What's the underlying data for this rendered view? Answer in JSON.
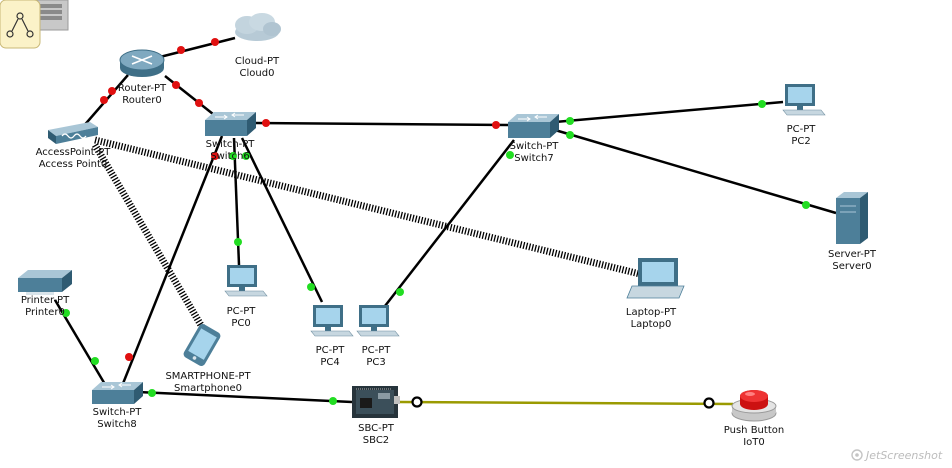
{
  "devices": {
    "cloud0": {
      "type": "Cloud-PT",
      "name": "Cloud0"
    },
    "router0": {
      "type": "Router-PT",
      "name": "Router0"
    },
    "ap0": {
      "type": "AccessPoint-PT",
      "name": "Access Point0"
    },
    "switch6": {
      "type": "Switch-PT",
      "name": "Switch6"
    },
    "switch7": {
      "type": "Switch-PT",
      "name": "Switch7"
    },
    "pc2": {
      "type": "PC-PT",
      "name": "PC2"
    },
    "server0": {
      "type": "Server-PT",
      "name": "Server0"
    },
    "printer0": {
      "type": "Printer-PT",
      "name": "Printer0"
    },
    "pc0": {
      "type": "PC-PT",
      "name": "PC0"
    },
    "pc4": {
      "type": "PC-PT",
      "name": "PC4"
    },
    "pc3": {
      "type": "PC-PT",
      "name": "PC3"
    },
    "laptop0": {
      "type": "Laptop-PT",
      "name": "Laptop0"
    },
    "smartphone0": {
      "type": "SMARTPHONE-PT",
      "name": "Smartphone0"
    },
    "switch8": {
      "type": "Switch-PT",
      "name": "Switch8"
    },
    "sbc2": {
      "type": "SBC-PT",
      "name": "SBC2"
    },
    "iot0": {
      "type": "Push Button",
      "name": "IoT0"
    }
  },
  "watermark": "JetScreenshot",
  "colors": {
    "link_down": "#e01010",
    "link_up": "#22dd22",
    "iot_link": "#9a9a00",
    "cable": "#000000"
  }
}
